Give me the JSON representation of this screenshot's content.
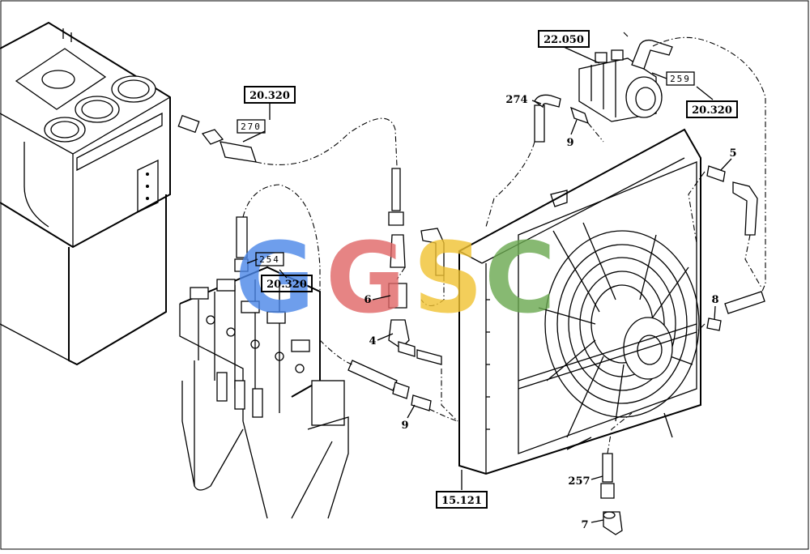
{
  "callouts": {
    "ref_20320_a": "20.320",
    "ref_270": "270",
    "ref_22050": "22.050",
    "ref_259": "259",
    "ref_20320_b": "20.320",
    "ref_274": "274",
    "ref_9_a": "9",
    "ref_5": "5",
    "ref_254": "254",
    "ref_20320_c": "20.320",
    "ref_6": "6",
    "ref_4": "4",
    "ref_8": "8",
    "ref_9_b": "9",
    "ref_257": "257",
    "ref_15121": "15.121",
    "ref_7": "7"
  },
  "watermark": {
    "letters": [
      "G",
      "G",
      "S",
      "C"
    ],
    "colors": [
      "#4a86e8",
      "#e06666",
      "#f1c232",
      "#6aa84f"
    ]
  }
}
